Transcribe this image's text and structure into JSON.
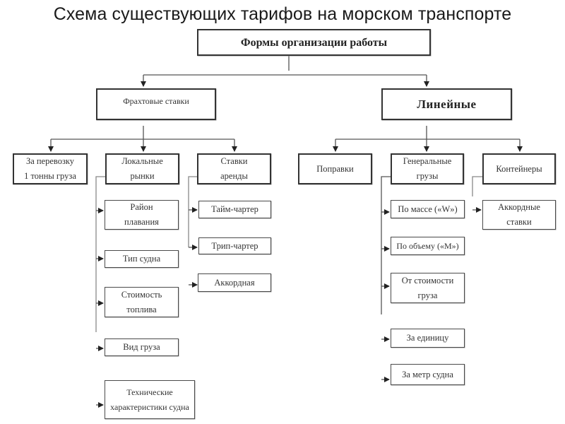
{
  "title": "Схема существующих тарифов на морском транспорте",
  "diagram": {
    "root": "Формы организации работы",
    "freight": "Фрахтовые ставки",
    "liner": "Линейные",
    "freight_children": {
      "per_ton": "За перевозку\n1 тонны груза",
      "local_markets": "Локальные\nрынки",
      "charter_rates": "Ставки\nаренды"
    },
    "local_markets_items": [
      "Район\nплавания",
      "Тип судна",
      "Стоимость\nтоплива",
      "Вид груза",
      "Технические\nхарактеристики судна"
    ],
    "charter_items": [
      "Тайм-чартер",
      "Трип-чартер",
      "Аккордная"
    ],
    "liner_children": {
      "corrections": "Поправки",
      "general_cargo": "Генеральные\nгрузы",
      "containers": "Контейнеры"
    },
    "general_cargo_items": [
      "По массе («W»)",
      "По объему («M»)",
      "От стоимости\nгруза",
      "За единицу",
      "За метр судна"
    ],
    "containers_items": [
      "Аккордные\nставки"
    ]
  }
}
